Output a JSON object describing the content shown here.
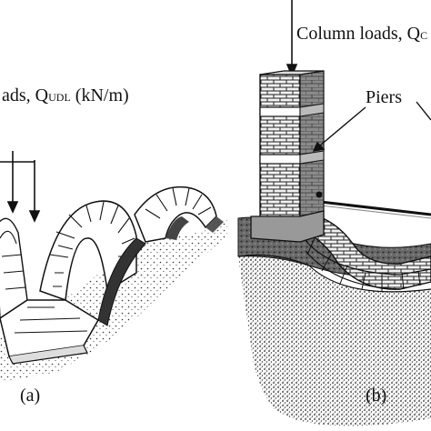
{
  "figure": {
    "panel_a": {
      "load_label_prefix": "ads, Q",
      "load_label_subscript": "UDL",
      "load_label_suffix": " (kN/m)",
      "caption": "(a)"
    },
    "panel_b": {
      "column_label_prefix": "Column loads, Q",
      "column_label_subscript": "C",
      "piers_label": "Piers",
      "caption": "(b)"
    }
  }
}
